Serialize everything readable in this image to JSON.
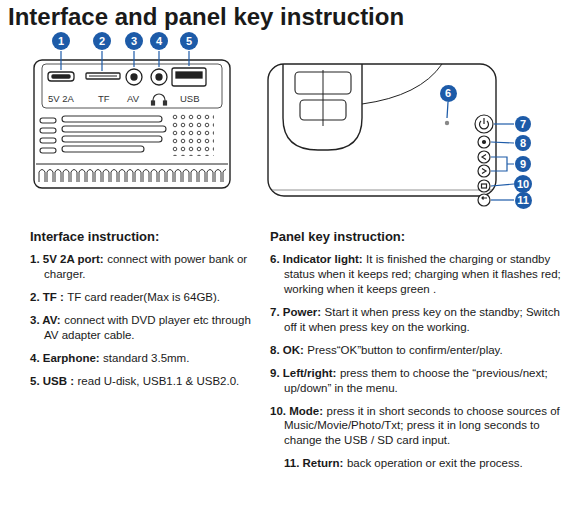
{
  "diagram": {
    "title": "Interface and panel key instruction",
    "nodes": [
      {
        "text": [
          "1"
        ]
      },
      {
        "text": [
          "2"
        ]
      },
      {
        "text": [
          "3"
        ]
      },
      {
        "text": [
          "4"
        ]
      },
      {
        "text": [
          "5"
        ]
      },
      {
        "text": [
          "6"
        ]
      },
      {
        "text": [
          "7"
        ]
      },
      {
        "text": [
          "8"
        ]
      },
      {
        "text": [
          "9"
        ]
      },
      {
        "text": [
          "10"
        ]
      },
      {
        "text": [
          "11"
        ]
      }
    ],
    "labels": [
      "5V 2A",
      "TF",
      "AV",
      "USB",
      "Interface instruction:",
      "1. 5V 2A port:",
      "connect with power bank or charger.",
      "2. TF :",
      "TF card reader(Max is 64GB).",
      "3. AV:",
      "connect with DVD player etc through AV adapter cable.",
      "4. Earphone:",
      "standard 3.5mm.",
      "5. USB :",
      "read U-disk, USB1.1 & USB2.0.",
      "Panel key instruction:",
      "6. Indicator light:",
      "It is finished the charging or standby status when it keeps red; charging when it flashes red; working when it keeps green .",
      "7. Power:",
      "Start it when press key on the standby; Switch off it when press key on the working.",
      "8. OK:",
      "Press“OK”button to confirm/enter/play.",
      "9. Left/right:",
      "press them to choose the “previous/next; up/down” in the menu.",
      "10. Mode:",
      "press it in short seconds to choose sources of Music/Movie/Photo/Txt; press it in long seconds to change the USB / SD card input.",
      "11. Return:",
      "back operation or exit the process."
    ]
  }
}
